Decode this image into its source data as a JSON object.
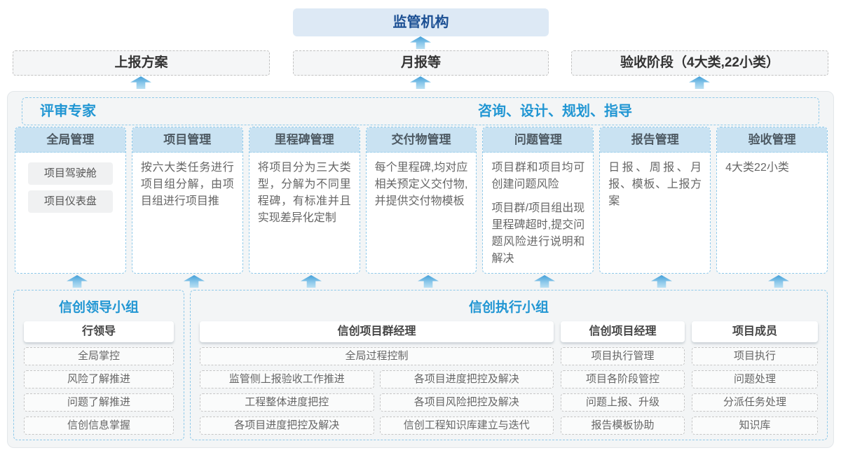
{
  "top": {
    "regulator": "监管机构"
  },
  "report_row": {
    "plan": "上报方案",
    "monthly": "月报等",
    "acceptance": "验收阶段（4大类,22小类）"
  },
  "platform": {
    "experts": "评审专家",
    "guidance": "咨询、设计、规划、指导",
    "modules": [
      {
        "title": "全局管理",
        "chips": [
          "项目驾驶舱",
          "项目仪表盘"
        ]
      },
      {
        "title": "项目管理",
        "desc": "按六大类任务进行项目组分解，由项目组进行项目推"
      },
      {
        "title": "里程碑管理",
        "desc": "将项目分为三大类型，分解为不同里程碑，有标准并且实现差异化定制"
      },
      {
        "title": "交付物管理",
        "desc": "每个里程碑,均对应相关预定义交付物,并提供交付物模板"
      },
      {
        "title": "问题管理",
        "desc": "项目群和项目均可创建问题风险",
        "desc2": "项目群/项目组出现里程碑超时,提交问题风险进行说明和解决"
      },
      {
        "title": "报告管理",
        "desc": "日报、周报、月报、模板、上报方案"
      },
      {
        "title": "验收管理",
        "desc": "4大类22小类"
      }
    ]
  },
  "leader_group": {
    "title": "信创领导小组",
    "role": "行领导",
    "items": [
      "全局掌控",
      "风险了解推进",
      "问题了解推进",
      "信创信息掌握"
    ]
  },
  "exec_group": {
    "title": "信创执行小组",
    "program_manager": {
      "role": "信创项目群经理",
      "full_item": "全局过程控制",
      "col1": [
        "监管侧上报验收工作推进",
        "工程整体进度把控",
        "各项目进度把控及解决"
      ],
      "col2": [
        "各项目进度把控及解决",
        "各项目风险把控及解决",
        "信创工程知识库建立与迭代"
      ]
    },
    "project_manager": {
      "role": "信创项目经理",
      "items": [
        "项目执行管理",
        "项目各阶段管控",
        "问题上报、升级",
        "报告模板协助"
      ]
    },
    "member": {
      "role": "项目成员",
      "items": [
        "项目执行",
        "问题处理",
        "分派任务处理",
        "知识库"
      ]
    }
  }
}
